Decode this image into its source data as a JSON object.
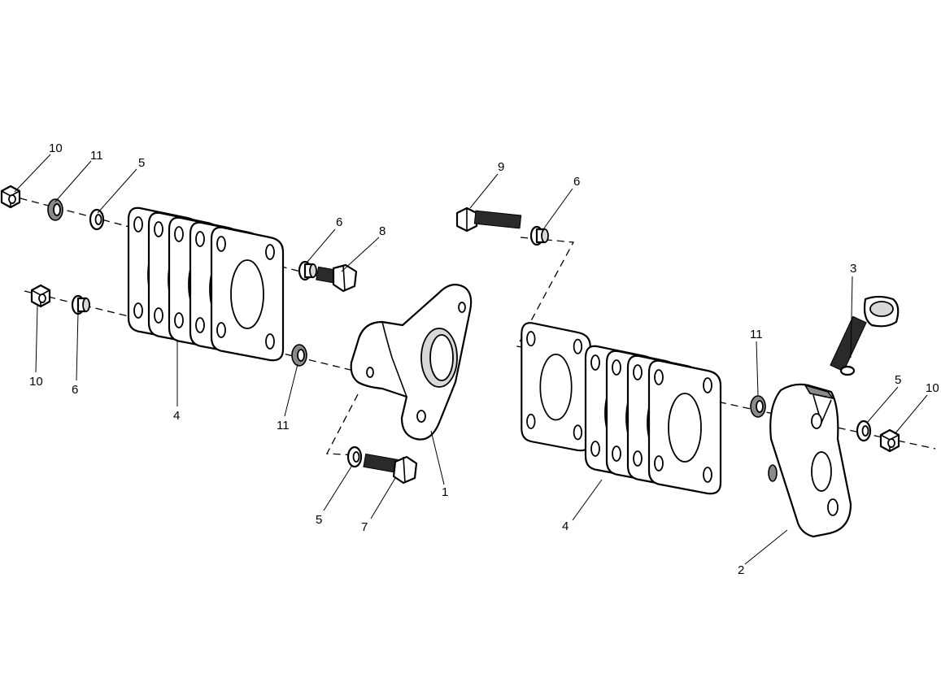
{
  "callouts": {
    "c10a": "10",
    "c11a": "11",
    "c5a": "5",
    "c6a": "6",
    "c8": "8",
    "c10b": "10",
    "c6b": "6",
    "c4a": "4",
    "c11b": "11",
    "c5b": "5",
    "c7": "7",
    "c1": "1",
    "c9": "9",
    "c6c": "6",
    "c3": "3",
    "c11c": "11",
    "c5c": "5",
    "c10c": "10",
    "c4b": "4",
    "c2": "2"
  }
}
